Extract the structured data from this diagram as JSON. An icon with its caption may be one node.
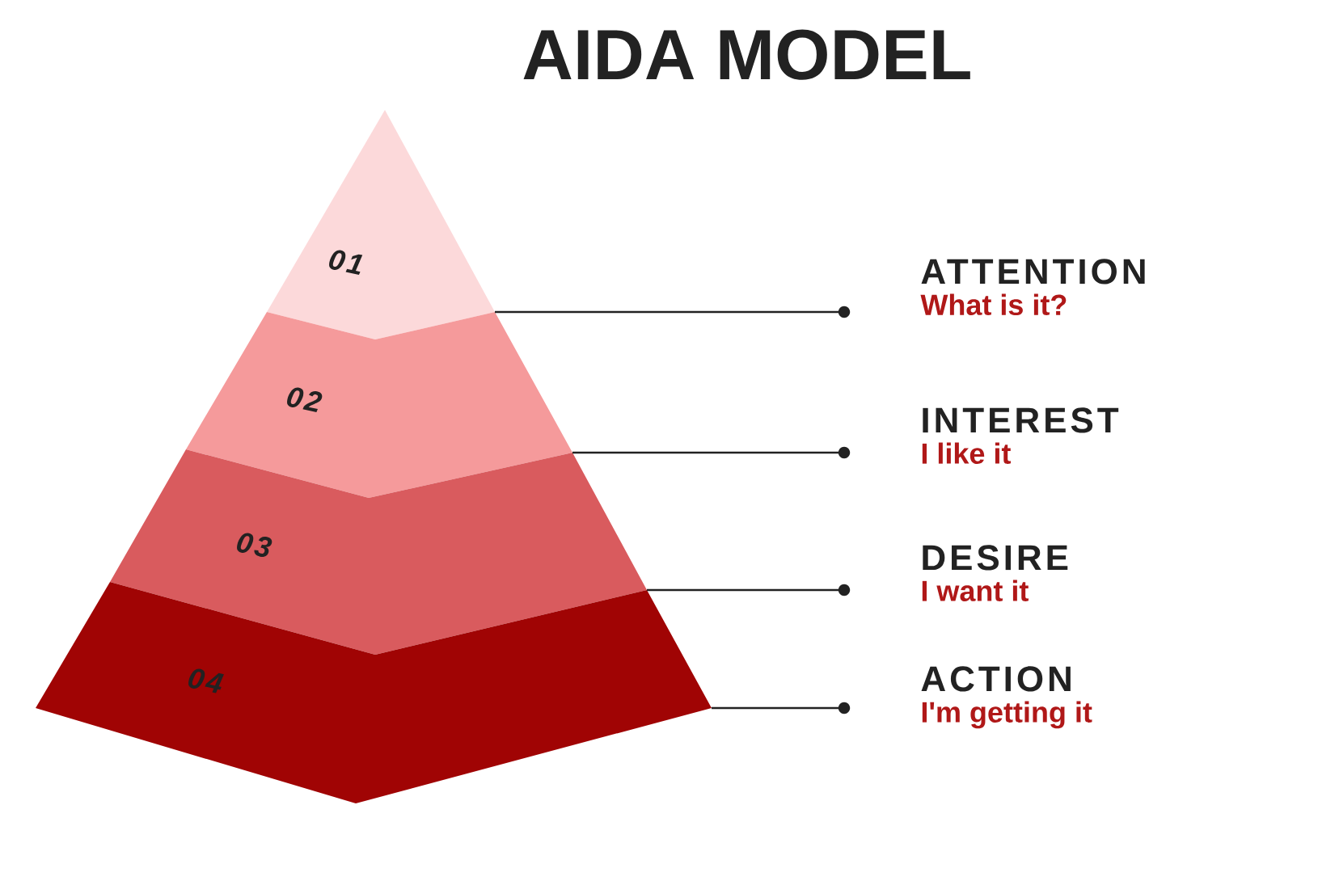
{
  "diagram": {
    "title": "AIDA MODEL",
    "nodes": [
      {
        "text": [
          "01"
        ]
      },
      {
        "text": [
          "02"
        ]
      },
      {
        "text": [
          "03"
        ]
      },
      {
        "text": [
          "04"
        ]
      },
      {
        "text": [
          "ATTENTION",
          "What is it?"
        ]
      },
      {
        "text": [
          "INTEREST",
          "I like it"
        ]
      },
      {
        "text": [
          "DESIRE",
          "I want it"
        ]
      },
      {
        "text": [
          "ACTION",
          "I'm getting it"
        ]
      }
    ],
    "edges": [
      {
        "from": 0,
        "to": 4,
        "arrow": "other"
      },
      {
        "from": 1,
        "to": 5,
        "arrow": "other"
      },
      {
        "from": 2,
        "to": 6,
        "arrow": "other"
      },
      {
        "from": 3,
        "to": 7,
        "arrow": "other"
      }
    ]
  }
}
